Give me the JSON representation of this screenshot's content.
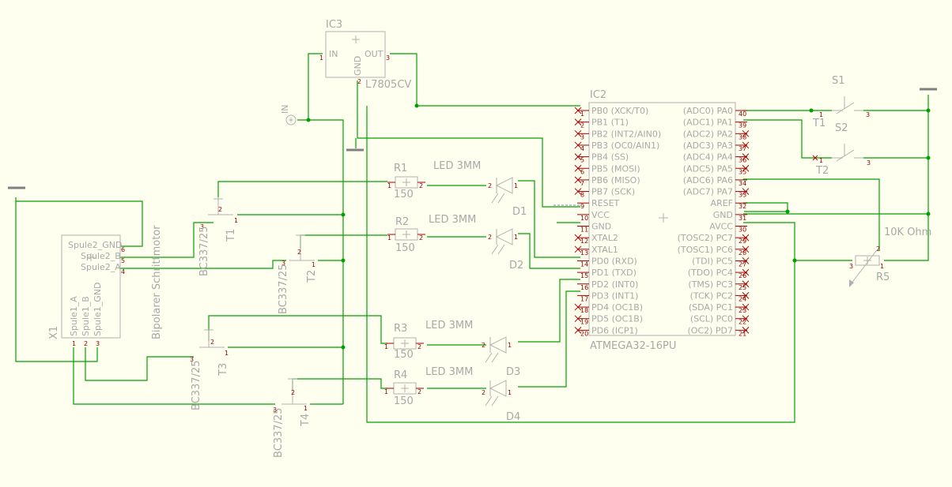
{
  "ic3": {
    "name": "IC3",
    "value": "L7805CV",
    "pin_in": "IN",
    "pin_out": "OUT",
    "pin_gnd": "GND",
    "n1": "1",
    "n2": "2",
    "n3": "3"
  },
  "in_label": "IN",
  "ic2": {
    "name": "IC2",
    "value": "ATMEGA32-16PU",
    "left_pins": [
      "PB0 (XCK/T0)",
      "PB1 (T1)",
      "PB2 (INT2/AIN0)",
      "PB3 (OC0/AIN1)",
      "PB4 (SS)",
      "PB5 (MOSI)",
      "PB6 (MISO)",
      "PB7 (SCK)",
      "RESET",
      "VCC",
      "GND",
      "XTAL2",
      "XTAL1",
      "PD0 (RXD)",
      "PD1 (TXD)",
      "PD2 (INT0)",
      "PD3 (INT1)",
      "PD4 (OC1B)",
      "PD5 (OC1B)",
      "PD6 (ICP1)"
    ],
    "left_nums": [
      "1",
      "2",
      "3",
      "4",
      "5",
      "6",
      "7",
      "8",
      "9",
      "10",
      "11",
      "12",
      "13",
      "14",
      "15",
      "16",
      "17",
      "18",
      "19",
      "20"
    ],
    "right_pins": [
      "(ADC0) PA0",
      "(ADC1) PA1",
      "(ADC2) PA2",
      "(ADC3) PA3",
      "(ADC4) PA4",
      "(ADC5) PA5",
      "(ADC6) PA6",
      "(ADC7) PA7",
      "AREF",
      "GND",
      "AVCC",
      "(TOSC2) PC7",
      "(TOSC1) PC6",
      "(TDI) PC5",
      "(TDO) PC4",
      "(TMS) PC3",
      "(TCK) PC2",
      "(SDA) PC1",
      "(SCL) PC0",
      "(OC2) PD7"
    ],
    "right_nums": [
      "40",
      "39",
      "38",
      "37",
      "36",
      "35",
      "34",
      "33",
      "32",
      "31",
      "30",
      "29",
      "28",
      "27",
      "26",
      "25",
      "24",
      "23",
      "22",
      "21"
    ]
  },
  "resistors": [
    {
      "name": "R1",
      "value": "150"
    },
    {
      "name": "R2",
      "value": "150"
    },
    {
      "name": "R3",
      "value": "150"
    },
    {
      "name": "R4",
      "value": "150"
    }
  ],
  "leds": [
    {
      "name": "D1",
      "value": "LED 3MM"
    },
    {
      "name": "D2",
      "value": "LED 3MM"
    },
    {
      "name": "D3",
      "value": "LED 3MM"
    },
    {
      "name": "D4",
      "value": "LED 3MM"
    }
  ],
  "transistors": [
    {
      "name": "T1",
      "value": "BC337/25"
    },
    {
      "name": "T2",
      "value": "BC337/25"
    },
    {
      "name": "T3",
      "value": "BC337/25"
    },
    {
      "name": "T4",
      "value": "BC337/25"
    }
  ],
  "switches": [
    {
      "name": "S1",
      "pin": "T1"
    },
    {
      "name": "S2",
      "pin": "T2"
    }
  ],
  "x1": {
    "name": "X1",
    "value": "Bipolarer Schrittmotor",
    "pins": [
      "Spule2_GND",
      "Spule2_B",
      "Spule2_A"
    ],
    "nums": [
      "6",
      "5",
      "4"
    ],
    "bpins": [
      "Spule1_A",
      "Spule1_B",
      "Spule1_GND"
    ],
    "bnums": [
      "1",
      "2",
      "3"
    ]
  },
  "r5": {
    "name": "R5",
    "value": "10K Ohm"
  },
  "colors": {
    "wire": "#00a000",
    "body": "#b0b0b0",
    "pin": "#a00000",
    "bg": "#fffff0"
  }
}
